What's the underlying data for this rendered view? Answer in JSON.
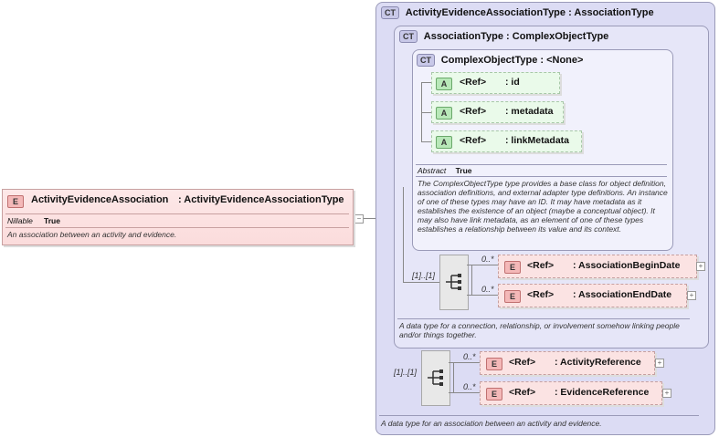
{
  "root_element": {
    "badge": "E",
    "name": "ActivityEvidenceAssociation",
    "type": ": ActivityEvidenceAssociationType",
    "nillable_label": "Nillable",
    "nillable_value": "True",
    "description": "An association between an activity and evidence."
  },
  "outer_type": {
    "badge": "CT",
    "title": "ActivityEvidenceAssociationType : AssociationType",
    "description": "A data type for an association between an activity and evidence.",
    "seq_occurrence": "[1]..[1]",
    "elements": [
      {
        "badge": "E",
        "ref": "<Ref>",
        "name": ": ActivityReference",
        "occurrence": "0..*"
      },
      {
        "badge": "E",
        "ref": "<Ref>",
        "name": ": EvidenceReference",
        "occurrence": "0..*"
      }
    ]
  },
  "mid_type": {
    "badge": "CT",
    "title": "AssociationType : ComplexObjectType",
    "description": "A data type for a connection, relationship, or involvement somehow linking people and/or things together.",
    "seq_occurrence": "[1]..[1]",
    "elements": [
      {
        "badge": "E",
        "ref": "<Ref>",
        "name": ": AssociationBeginDate",
        "occurrence": "0..*"
      },
      {
        "badge": "E",
        "ref": "<Ref>",
        "name": ": AssociationEndDate",
        "occurrence": "0..*"
      }
    ]
  },
  "inner_type": {
    "badge": "CT",
    "title": "ComplexObjectType : <None>",
    "attributes": [
      {
        "badge": "A",
        "ref": "<Ref>",
        "name": ": id"
      },
      {
        "badge": "A",
        "ref": "<Ref>",
        "name": ": metadata"
      },
      {
        "badge": "A",
        "ref": "<Ref>",
        "name": ": linkMetadata"
      }
    ],
    "abstract_label": "Abstract",
    "abstract_value": "True",
    "description": "The ComplexObjectType type provides a base class for object definition, association definitions, and external adapter type definitions. An instance of one of these types may have an ID. It may have metadata as it establishes the existence of an object (maybe a conceptual object). It may also have link metadata, as an element of one of these types establishes a relationship between its value and its context."
  },
  "colors": {
    "ct_fill": "#dcdcf4",
    "element_fill": "#fbe3e3",
    "attribute_fill": "#eafaea"
  }
}
